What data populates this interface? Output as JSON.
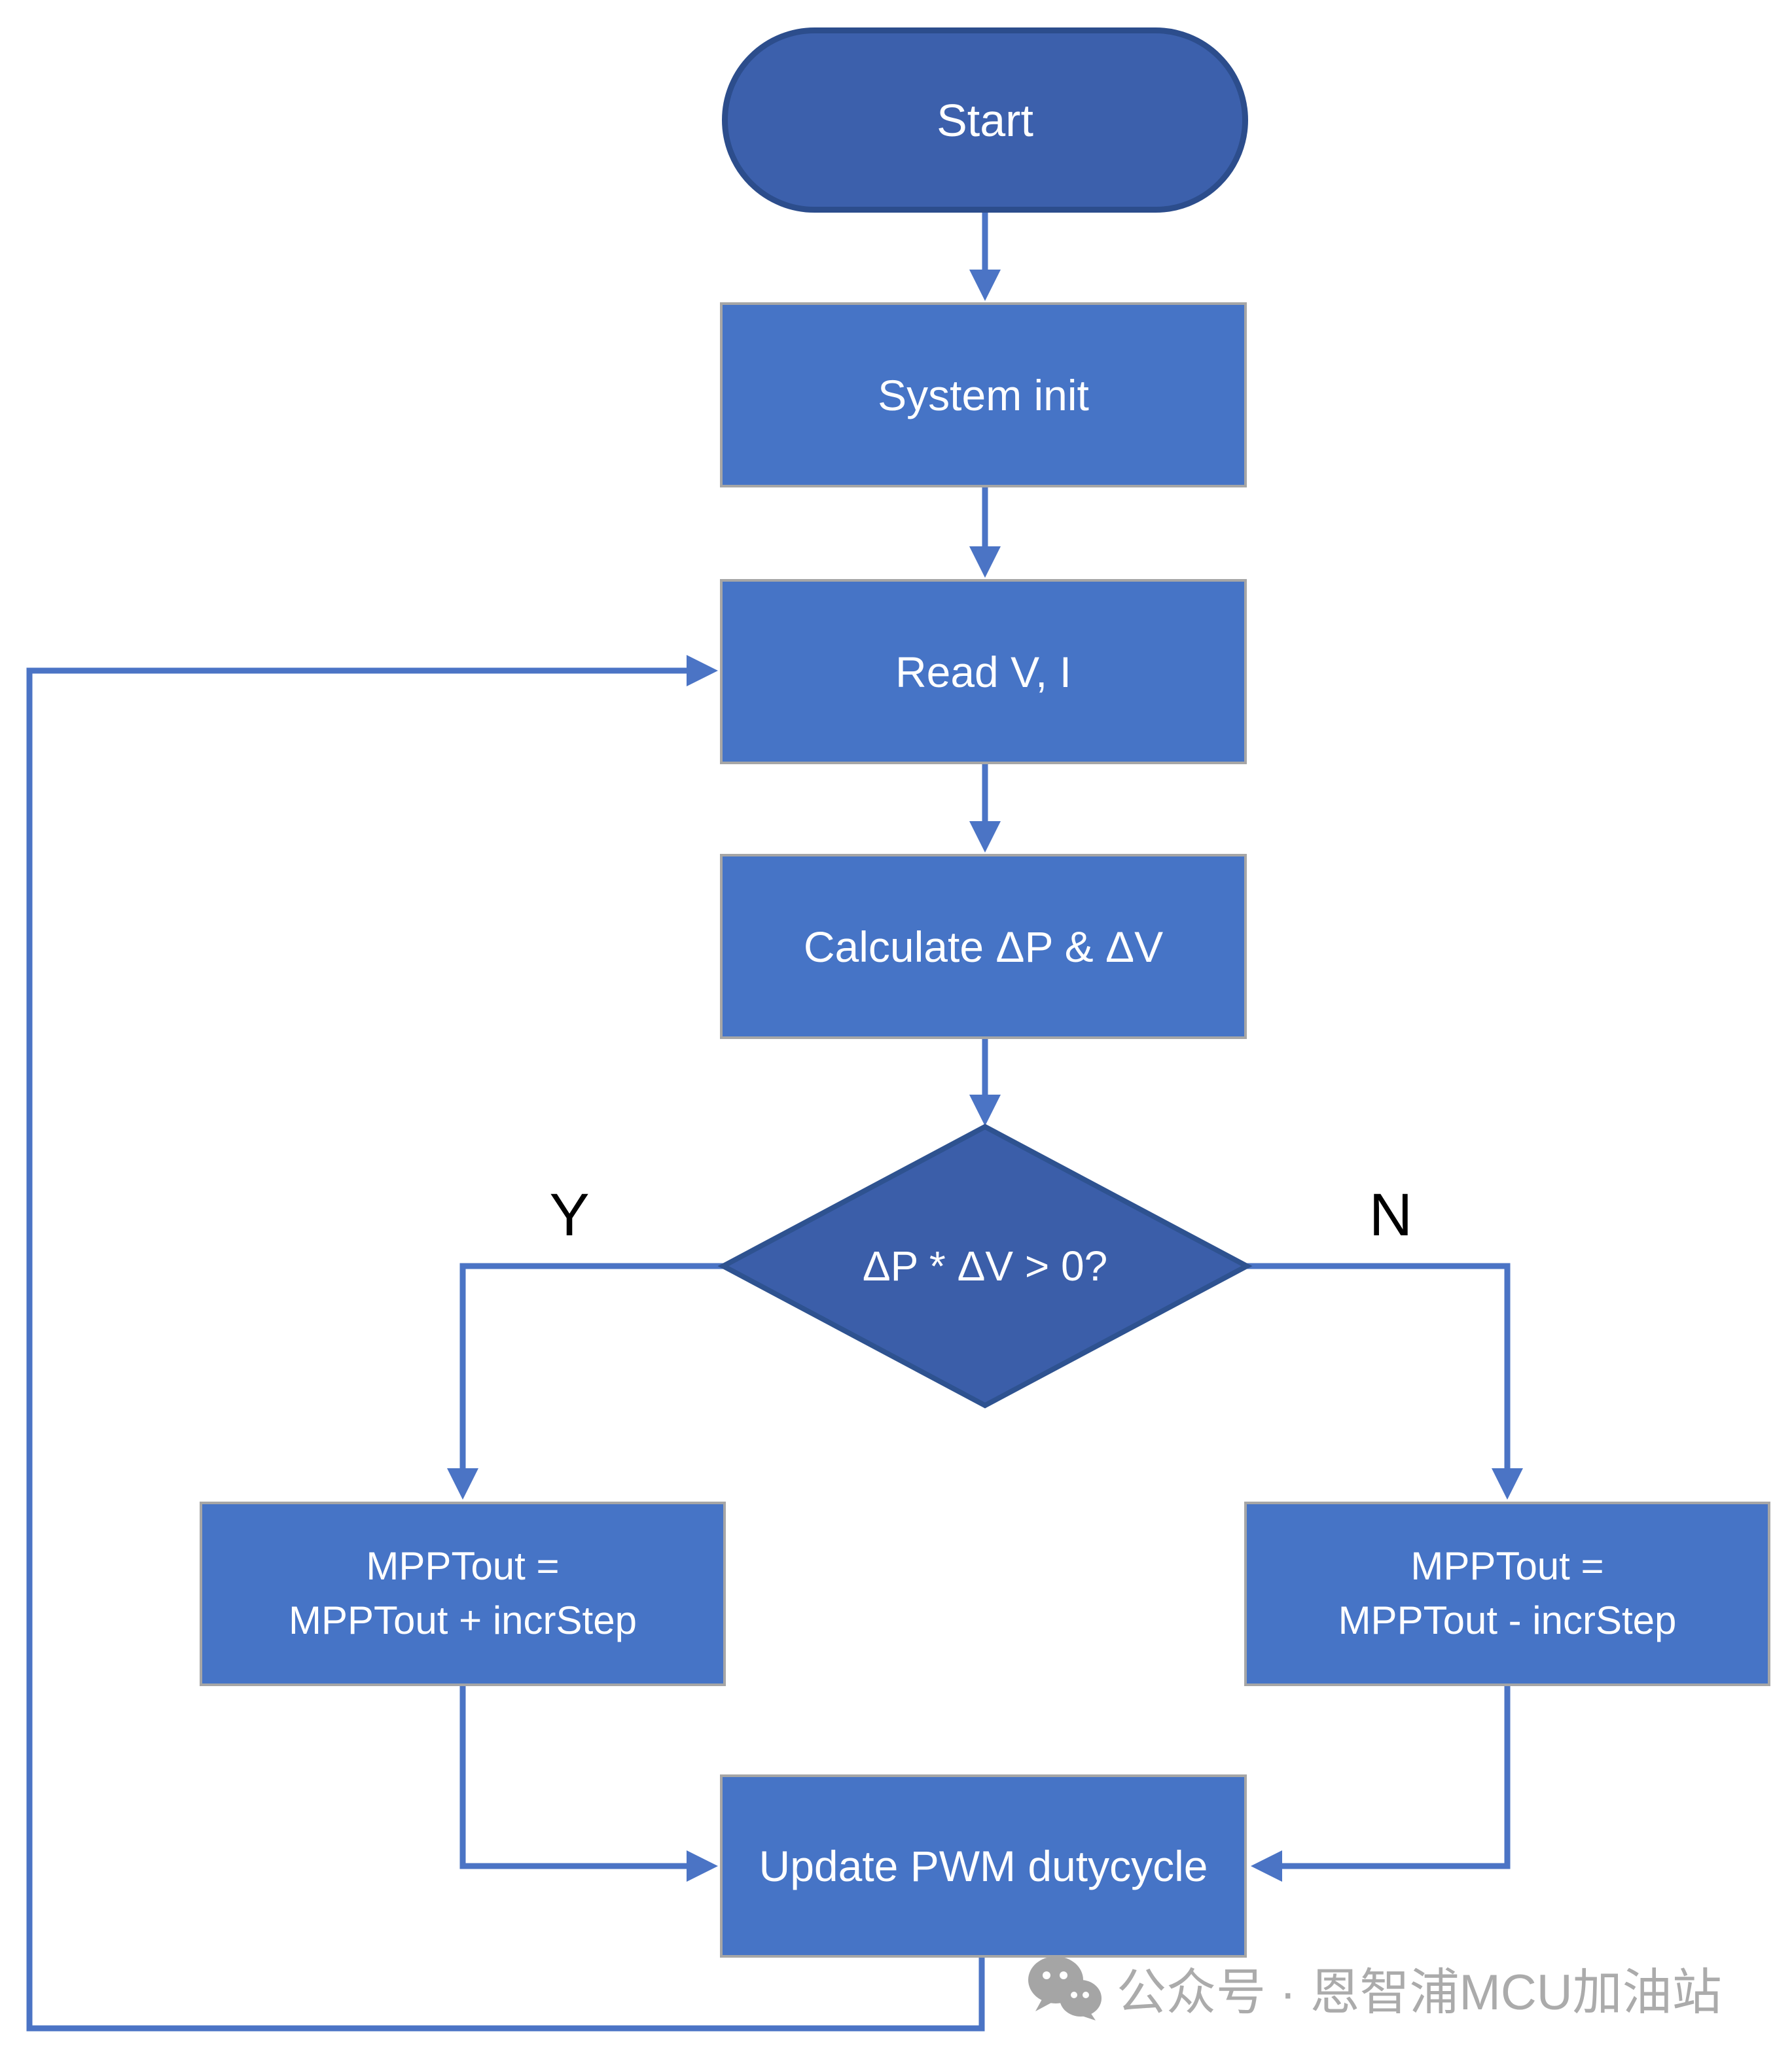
{
  "diagram": {
    "nodes": {
      "start": {
        "type": "terminator",
        "label": "Start"
      },
      "system_init": {
        "type": "process",
        "label": "System init"
      },
      "read_vi": {
        "type": "process",
        "label": "Read V, I"
      },
      "calculate": {
        "type": "process",
        "label": "Calculate ΔP & ΔV"
      },
      "decision": {
        "type": "decision",
        "label": "ΔP * ΔV > 0?"
      },
      "mppt_increase": {
        "type": "process",
        "line1": "MPPTout =",
        "line2": "MPPTout + incrStep"
      },
      "mppt_decrease": {
        "type": "process",
        "line1": "MPPTout =",
        "line2": "MPPTout - incrStep"
      },
      "update_pwm": {
        "type": "process",
        "label": "Update PWM dutycycle"
      }
    },
    "branch_labels": {
      "yes": "Y",
      "no": "N"
    },
    "colors": {
      "terminator_fill": "#3C60AC",
      "terminator_border": "#2C4D8C",
      "process_fill": "#4674C6",
      "process_border": "#A6A6A6",
      "decision_fill": "#3B5EA9",
      "decision_border": "#2E5290",
      "connector": "#4B74C5",
      "node_text": "#FFFFFF",
      "branch_label_text": "#000000"
    }
  },
  "watermark": {
    "icon": "wechat-icon",
    "text": "公众号 · 恩智浦MCU加油站",
    "color": "#ABABAB"
  }
}
